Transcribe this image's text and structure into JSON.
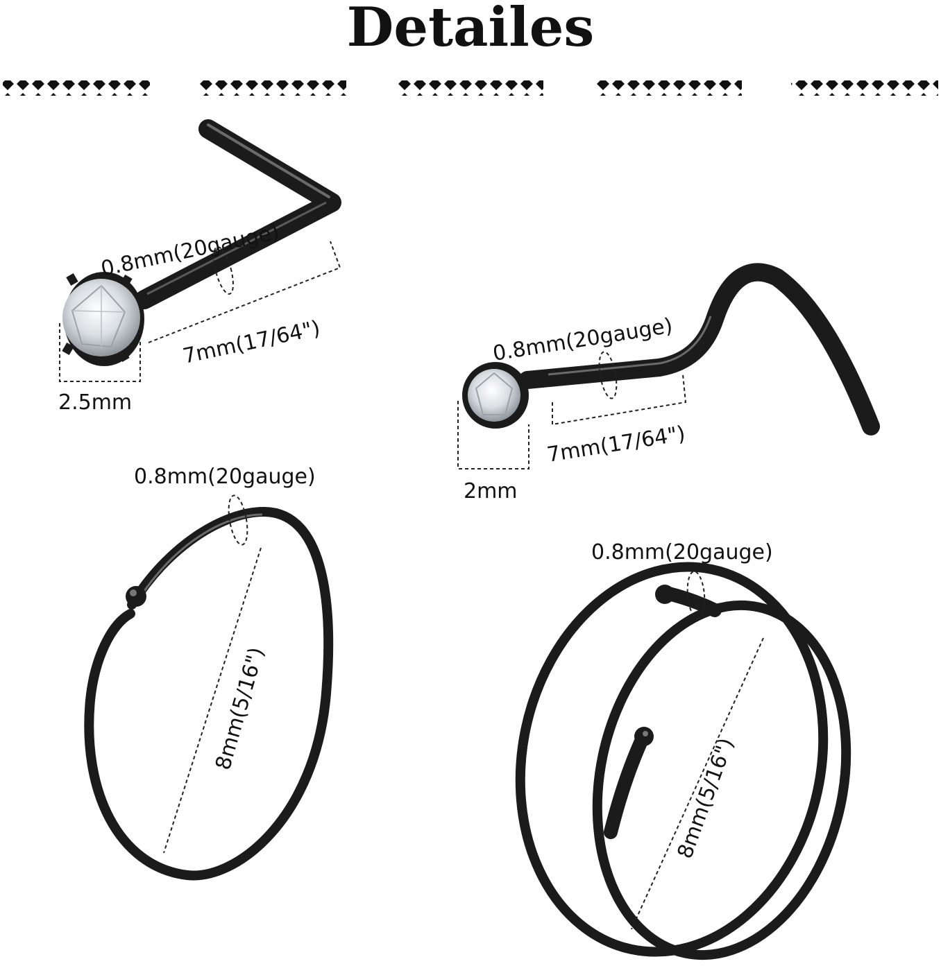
{
  "title": "Detailes",
  "colors": {
    "metal": "#1b1b1b",
    "metal_highlight": "#6a6a6a",
    "gem": "#e9eef2",
    "text": "#111111",
    "background": "#ffffff"
  },
  "products": {
    "l_shape_stud": {
      "wire": "0.8mm(20gauge)",
      "length": "7mm(17/64\")",
      "gem": "2.5mm"
    },
    "screw_stud": {
      "wire": "0.8mm(20gauge)",
      "length": "7mm(17/64\")",
      "gem": "2mm"
    },
    "open_hoop": {
      "wire": "0.8mm(20gauge)",
      "diameter": "8mm(5/16\")"
    },
    "spiral_hoop": {
      "wire": "0.8mm(20gauge)",
      "diameter": "8mm(5/16\")"
    }
  }
}
